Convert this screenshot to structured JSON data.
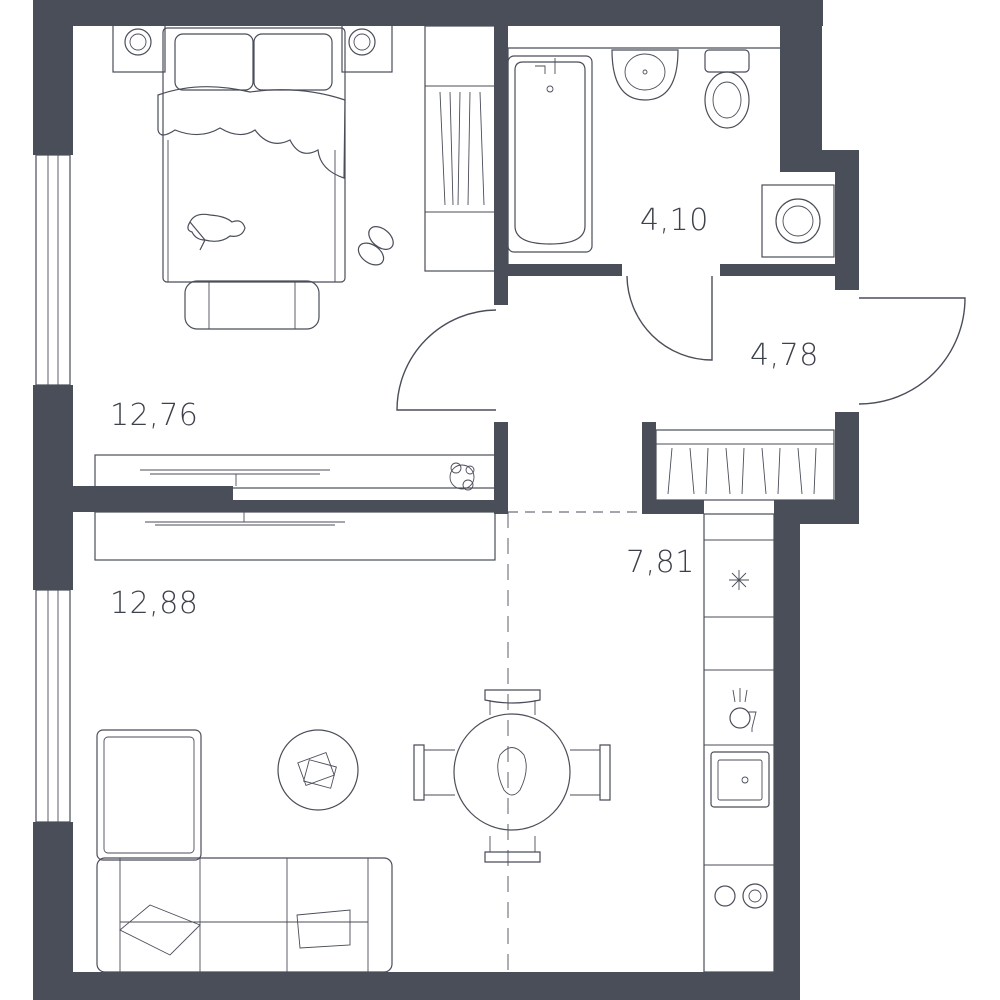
{
  "rooms": {
    "bedroom": {
      "area": "12,76"
    },
    "living": {
      "area": "12,88"
    },
    "bathroom": {
      "area": "4,10"
    },
    "hall": {
      "area": "4,78"
    },
    "kitchen": {
      "area": "7,81"
    }
  },
  "colors": {
    "wall": "#4a4e59",
    "line": "#4a4e59",
    "background": "#ffffff"
  },
  "icons": {
    "bed": "bed-icon",
    "cat": "cat-icon",
    "slippers": "slippers-icon",
    "wardrobe": "wardrobe-icon",
    "bathtub": "bathtub-icon",
    "sink": "sink-icon",
    "toilet": "toilet-icon",
    "washing_machine": "washing-machine-icon",
    "tv": "tv-icon",
    "plant": "plant-icon",
    "dining_table": "dining-table-icon",
    "coffee_table": "coffee-table-icon",
    "sofa": "sofa-icon",
    "stove": "stove-icon",
    "kitchen_sink": "kitchen-sink-icon",
    "dishwasher": "dishwasher-icon",
    "hood": "hood-icon"
  }
}
